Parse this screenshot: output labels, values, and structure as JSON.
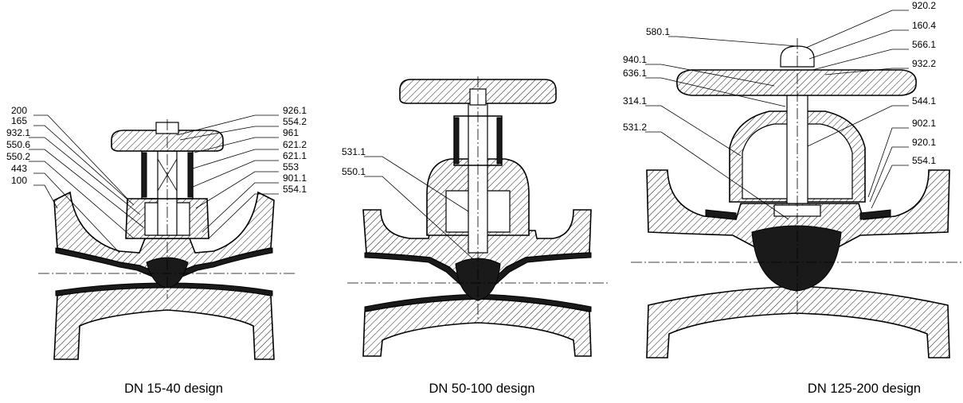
{
  "valves": [
    {
      "caption": "DN 15-40 design",
      "left_labels": [
        "200",
        "165",
        "932.1",
        "550.6",
        "550.2",
        "443",
        "100"
      ],
      "right_labels": [
        "926.1",
        "554.2",
        "961",
        "621.2",
        "621.1",
        "553",
        "901.1",
        "554.1"
      ]
    },
    {
      "caption": "DN 50-100 design",
      "left_labels": [
        "531.1",
        "550.1"
      ],
      "right_labels": []
    },
    {
      "caption": "DN 125-200 design",
      "left_labels": [
        "580.1",
        "940.1",
        "636.1",
        "314.1",
        "531.2"
      ],
      "right_labels": [
        "920.2",
        "160.4",
        "566.1",
        "932.2",
        "544.1",
        "902.1",
        "920.1",
        "554.1"
      ]
    }
  ]
}
